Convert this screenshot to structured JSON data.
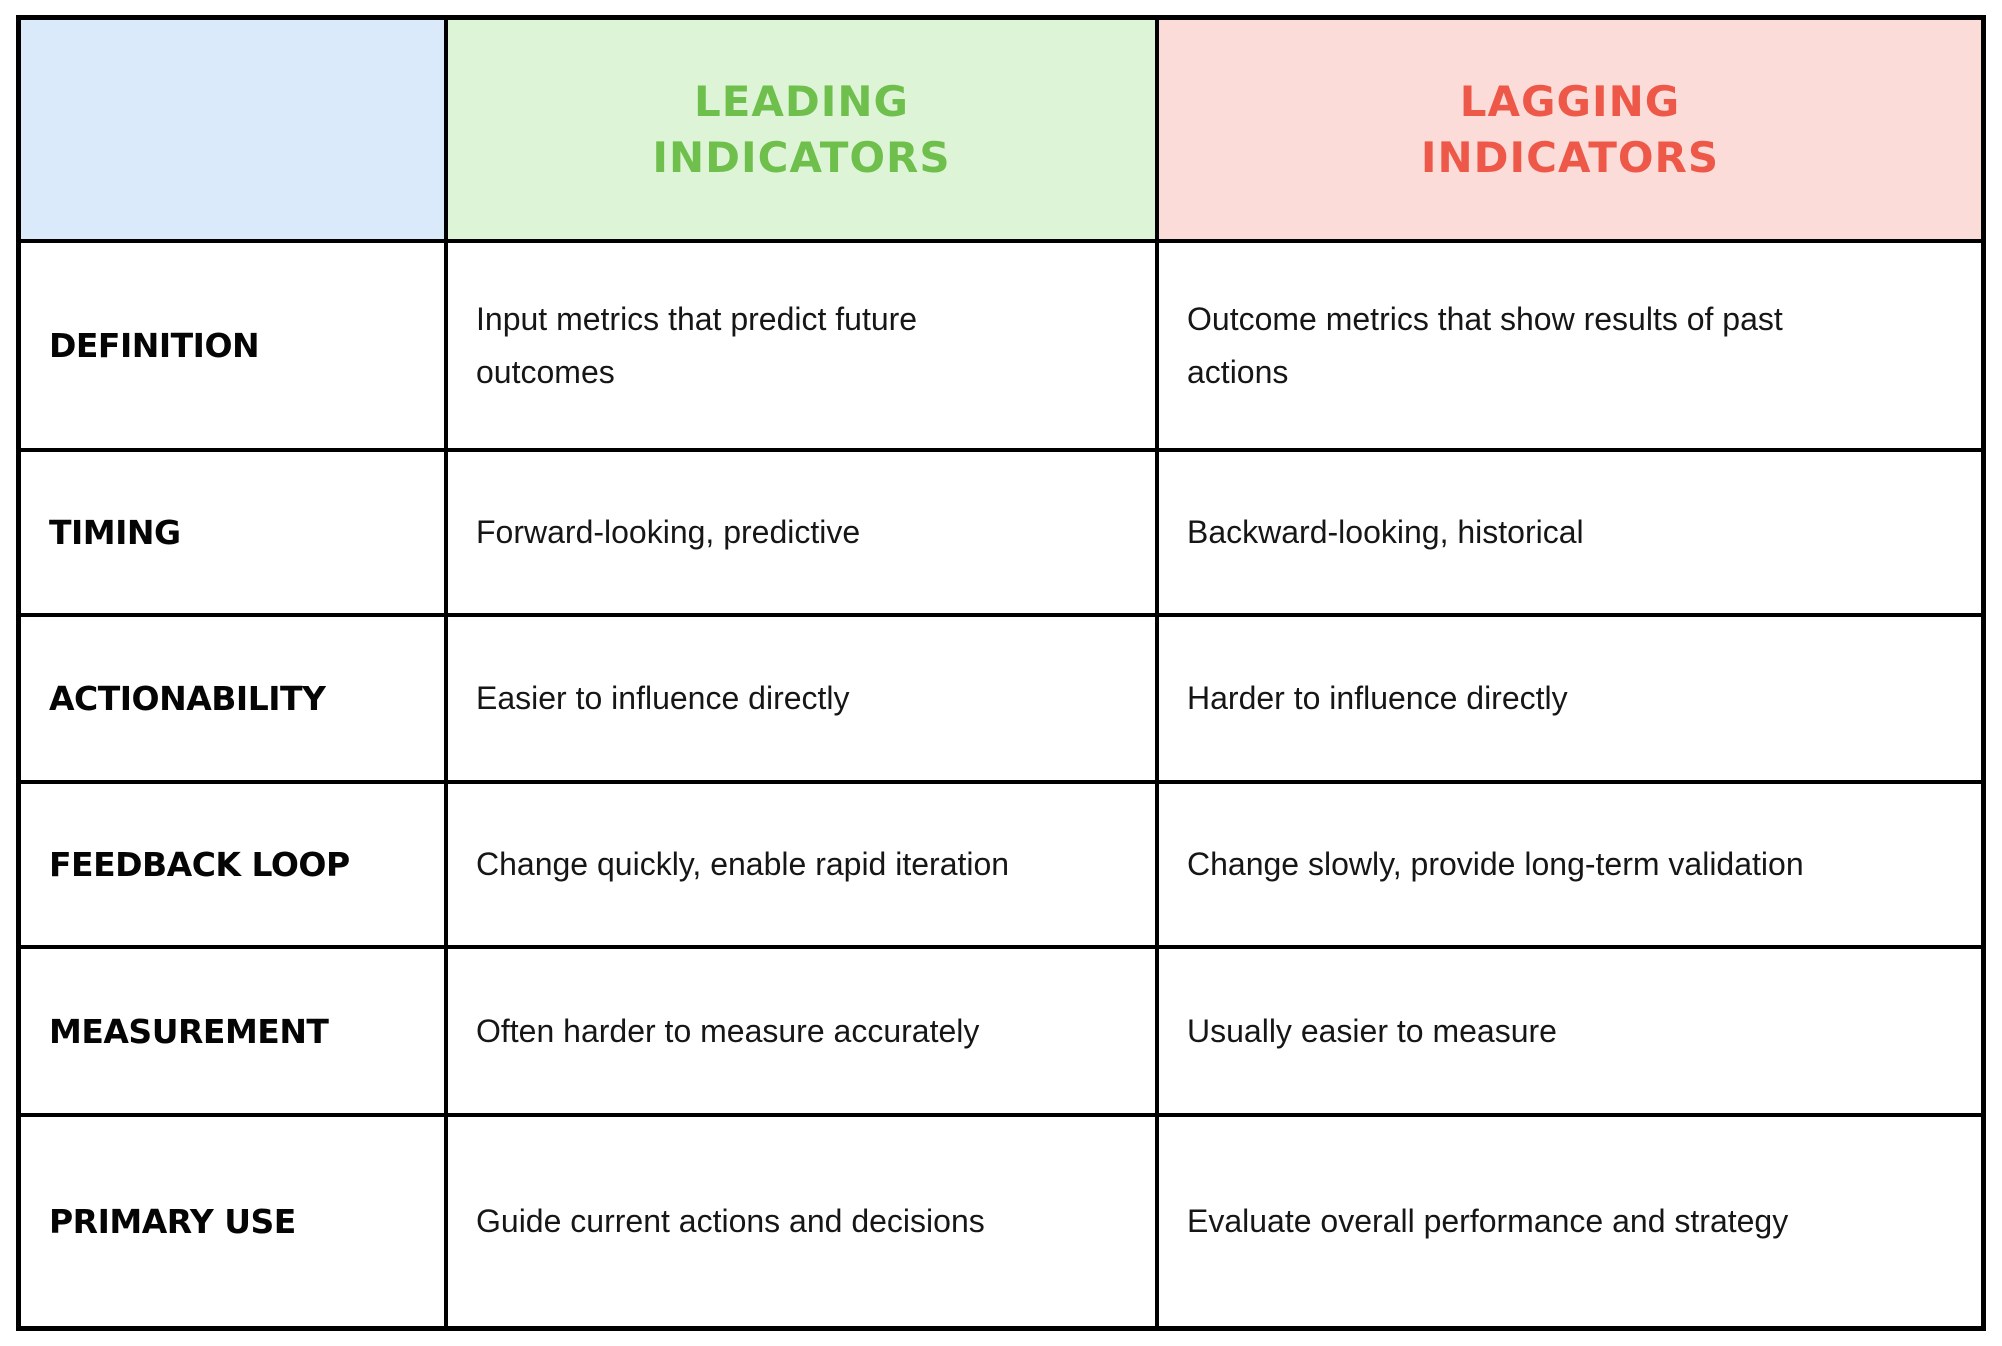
{
  "chart_data": {
    "type": "table",
    "title": "Leading vs Lagging Indicators comparison table",
    "columns": [
      "",
      "LEADING INDICATORS",
      "LAGGING INDICATORS"
    ],
    "rows": [
      {
        "label": "DEFINITION",
        "leading": "Input metrics that predict future\noutcomes",
        "lagging": "Outcome metrics that show results of past\nactions"
      },
      {
        "label": "TIMING",
        "leading": "Forward-looking, predictive",
        "lagging": "Backward-looking, historical"
      },
      {
        "label": "ACTIONABILITY",
        "leading": "Easier to influence directly",
        "lagging": "Harder to influence directly"
      },
      {
        "label": "FEEDBACK LOOP",
        "leading": "Change quickly, enable rapid iteration",
        "lagging": "Change slowly, provide long-term validation"
      },
      {
        "label": "MEASUREMENT",
        "leading": "Often harder to measure accurately",
        "lagging": "Usually easier to measure"
      },
      {
        "label": "PRIMARY USE",
        "leading": "Guide current actions and decisions",
        "lagging": "Evaluate overall performance and strategy"
      }
    ]
  },
  "header": {
    "leading": "LEADING\nINDICATORS",
    "lagging": "LAGGING\nINDICATORS"
  },
  "colors": {
    "corner_bg": "#daeafa",
    "leading_bg": "#def4d6",
    "leading_text": "#6fbf4d",
    "lagging_bg": "#fbdcd8",
    "lagging_text": "#ee5849",
    "grid_border": "#000000",
    "body_text": "#161616"
  }
}
